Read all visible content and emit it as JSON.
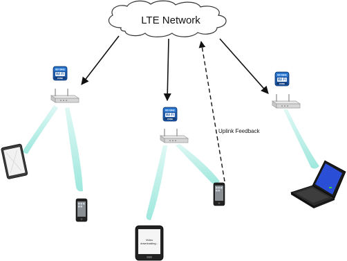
{
  "network": {
    "label": "LTE Network"
  },
  "feedback": {
    "label": "Uplink Feedback"
  },
  "badge": {
    "freq": "60 GHz",
    "brand": "Wi Fi",
    "zone": "ZONE"
  },
  "ereader": {
    "screen_text_1": "Video",
    "screen_text_2": "downloading..."
  },
  "colors": {
    "beam": "#bff0ea",
    "badge_blue": "#1e5aa8",
    "laptop_screen": "#2a4fd6"
  }
}
